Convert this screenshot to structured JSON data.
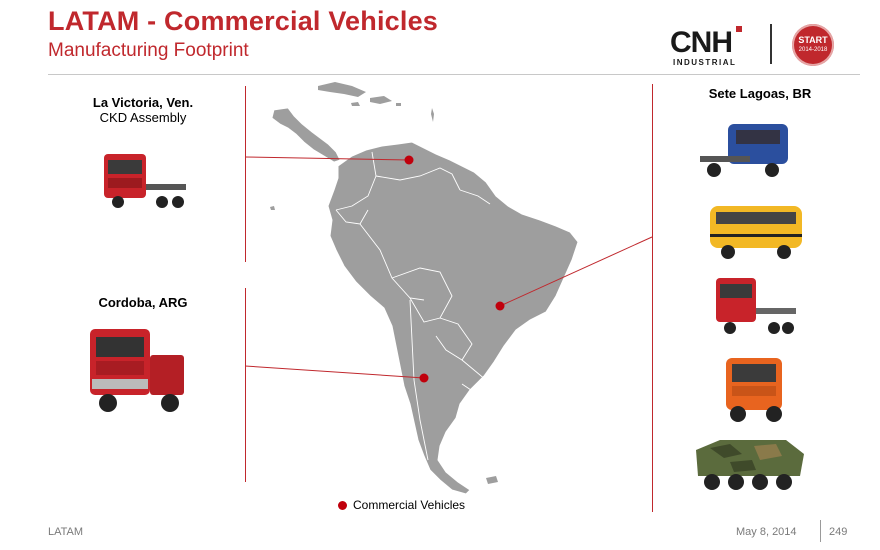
{
  "header": {
    "title": "LATAM - Commercial Vehicles",
    "subtitle": "Manufacturing Footprint",
    "logo_text": "CNH",
    "logo_sub": "INDUSTRIAL",
    "badge_line1": "START",
    "badge_line2": "2014-2018"
  },
  "sites": {
    "la_victoria": {
      "name": "La Victoria, Ven.",
      "detail": "CKD Assembly"
    },
    "cordoba": {
      "name": "Cordoba, ARG"
    },
    "sete_lagoas": {
      "name": "Sete Lagoas, BR"
    }
  },
  "trucks": {
    "la_victoria": "red-tractor-truck",
    "cordoba": "red-stralis-tractor",
    "sete_lagoas": [
      "blue-daily-chassis",
      "yellow-school-bus",
      "red-tractor-truck",
      "orange-trakker-truck",
      "camouflage-armored-vehicle"
    ]
  },
  "legend": {
    "label": "Commercial Vehicles"
  },
  "footer": {
    "left": "LATAM",
    "date": "May 8, 2014",
    "page": "249"
  },
  "colors": {
    "brand_red": "#c0282d",
    "marker": "#c0000c",
    "map_fill": "#9e9e9e",
    "map_border": "#ffffff"
  }
}
